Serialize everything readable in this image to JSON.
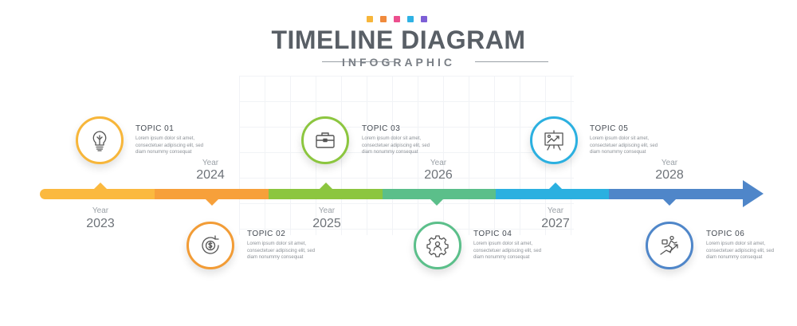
{
  "header": {
    "title": "TIMELINE DIAGRAM",
    "subtitle": "INFOGRAPHIC",
    "dot_colors": [
      "#f7b63a",
      "#f08a3c",
      "#ec4f8e",
      "#2fb2e4",
      "#7d5fd6"
    ]
  },
  "timeline": {
    "segment_colors": [
      "#fbb93f",
      "#f7a03a",
      "#8cc63f",
      "#5bbf8a",
      "#2bb0e0",
      "#4f86c9"
    ],
    "year_label": "Year",
    "years": [
      "2023",
      "2024",
      "2025",
      "2026",
      "2027",
      "2028"
    ]
  },
  "topics": [
    {
      "title": "TOPIC 01",
      "desc": "Lorem ipsum dolor sit amet, consectetuer adipiscing elit, sed diam nonummy consequat",
      "color": "#f7b63a",
      "icon": "lightbulb-icon"
    },
    {
      "title": "TOPIC 02",
      "desc": "Lorem ipsum dolor sit amet, consectetuer adipiscing elit, sed diam nonummy consequat",
      "color": "#f29c36",
      "icon": "dollar-chart-icon"
    },
    {
      "title": "TOPIC 03",
      "desc": "Lorem ipsum dolor sit amet, consectetuer adipiscing elit, sed diam nonummy consequat",
      "color": "#8cc63f",
      "icon": "briefcase-icon"
    },
    {
      "title": "TOPIC 04",
      "desc": "Lorem ipsum dolor sit amet, consectetuer adipiscing elit, sed diam nonummy consequat",
      "color": "#5bbf8a",
      "icon": "gear-person-icon"
    },
    {
      "title": "TOPIC 05",
      "desc": "Lorem ipsum dolor sit amet, consectetuer adipiscing elit, sed diam nonummy consequat",
      "color": "#2bb0e0",
      "icon": "presentation-board-icon"
    },
    {
      "title": "TOPIC 06",
      "desc": "Lorem ipsum dolor sit amet, consectetuer adipiscing elit, sed diam nonummy consequat",
      "color": "#4f86c9",
      "icon": "running-man-icon"
    }
  ]
}
